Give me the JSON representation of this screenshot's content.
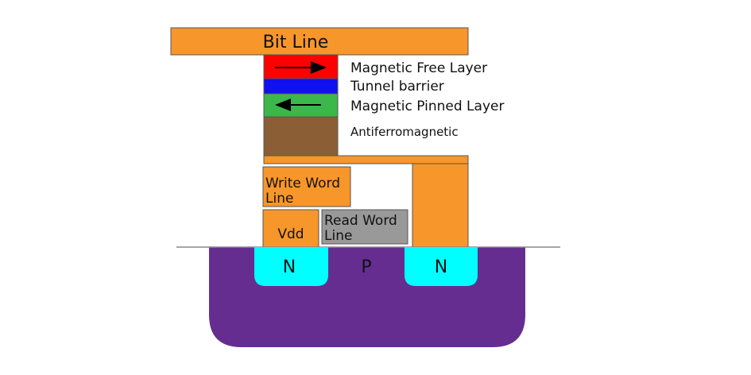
{
  "labels": {
    "bit_line": "Bit Line",
    "free_layer": "Magnetic Free Layer",
    "tunnel_barrier": "Tunnel barrier",
    "pinned_layer": "Magnetic Pinned Layer",
    "antiferromagnetic": "Antiferromagnetic",
    "write_word_line_1": "Write Word",
    "write_word_line_2": "Line",
    "read_word_line_1": "Read Word",
    "read_word_line_2": "Line",
    "vdd": "Vdd",
    "n_left": "N",
    "p_region": "P",
    "n_right": "N"
  },
  "colors": {
    "metal": "#f7962a",
    "free_layer": "#ff0000",
    "tunnel_barrier": "#1010f0",
    "pinned_layer": "#3cb84a",
    "antiferromagnetic": "#8b5e35",
    "read_word_line": "#999999",
    "substrate": "#662d91",
    "n_well": "#00ffff"
  },
  "icons": {
    "free_layer_arrow": "arrow-right-icon",
    "pinned_layer_arrow": "arrow-left-icon"
  }
}
